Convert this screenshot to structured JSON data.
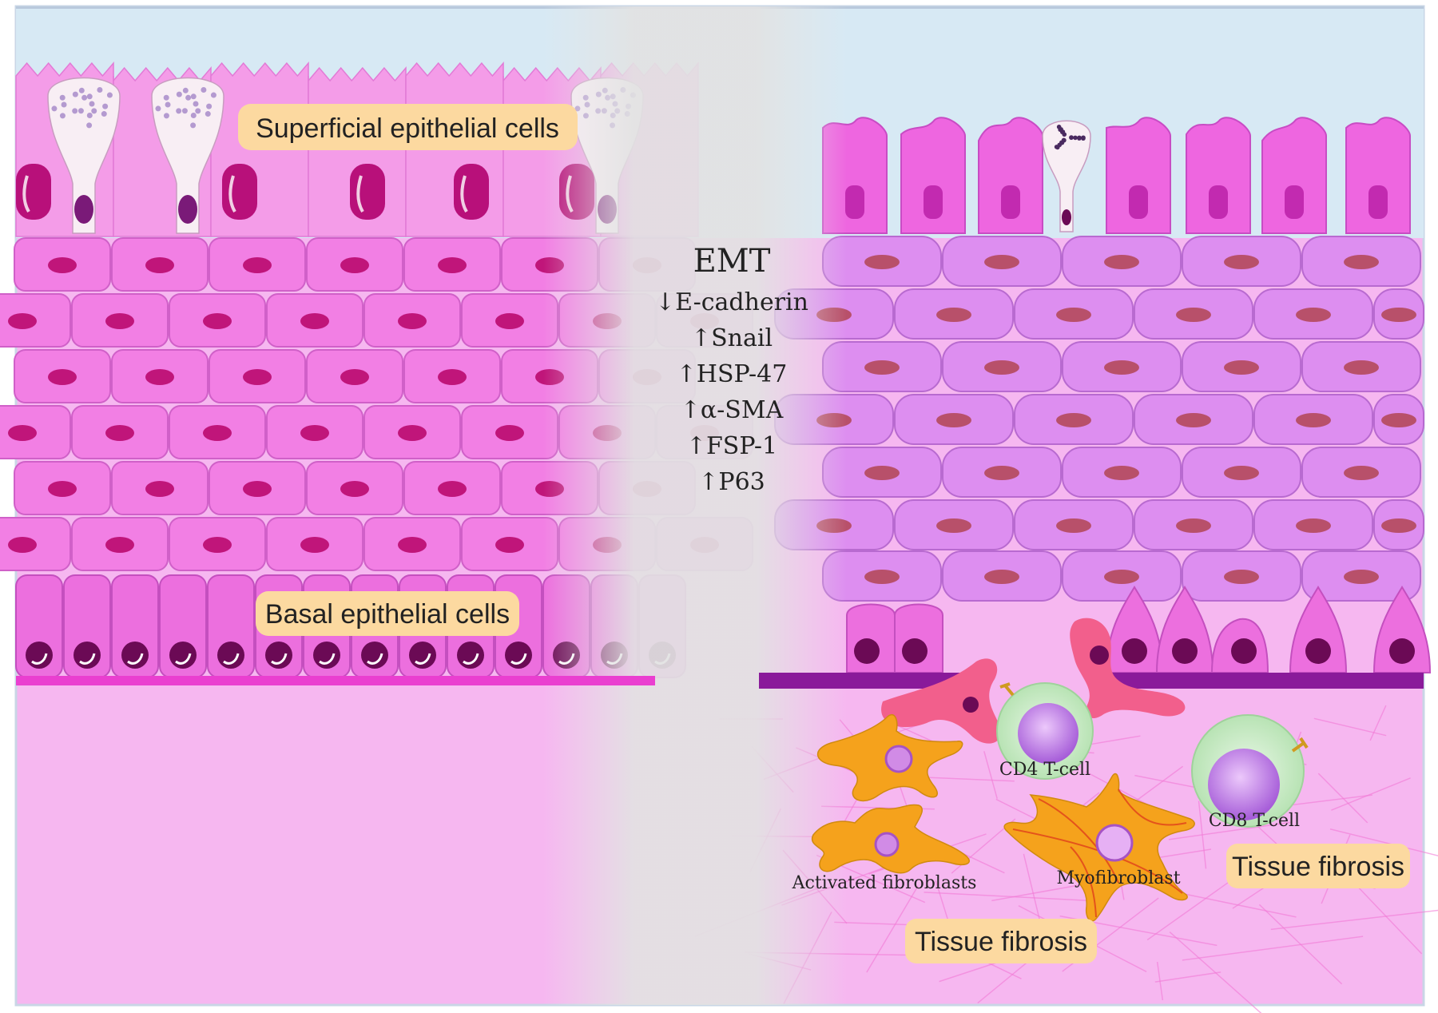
{
  "labels": {
    "superficial": "Superficial epithelial cells",
    "basal": "Basal epithelial cells",
    "emt_title": "EMT",
    "markers": [
      "↓E-cadherin",
      "↑Snail",
      "↑HSP-47",
      "↑α-SMA",
      "↑FSP-1",
      "↑P63"
    ],
    "cd4": "CD4 T-cell",
    "cd8": "CD8 T-cell",
    "activated_fibroblasts": "Activated fibroblasts",
    "myofibroblast": "Myofibroblast",
    "tissue_fibrosis_center": "Tissue fibrosis",
    "tissue_fibrosis_right": "Tissue fibrosis"
  },
  "colors": {
    "sky": "#d7e9f4",
    "tissue": "#f6b7f0",
    "cell_left": "#f27fe4",
    "cell_right": "#dd8ef0",
    "nucleus_left": "#c0157a",
    "nucleus_right": "#b8506a",
    "basal_nucleus": "#6b0a55",
    "fibroblast": "#f5a21c",
    "tcell": "#cdeecb",
    "tcell_nucleus": "#c788f0",
    "label_bg": "#fcd9a0",
    "membrane": "#8a1a9a"
  }
}
